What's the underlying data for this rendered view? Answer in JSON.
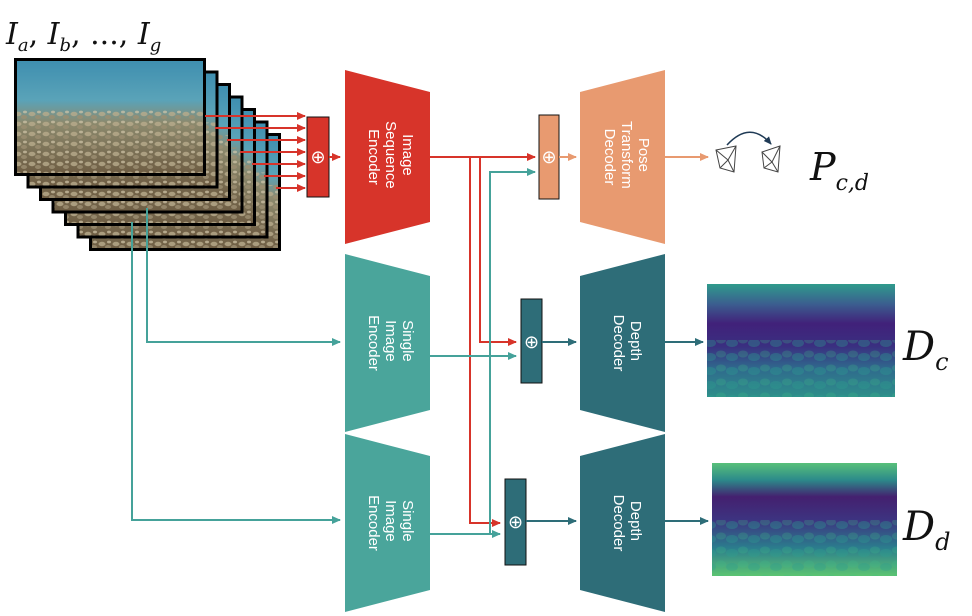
{
  "input": {
    "label_main": "I",
    "label_parts": [
      "a",
      "b",
      "g"
    ],
    "separator": ", ",
    "ellipsis": "...",
    "frame_count": 7
  },
  "blocks": {
    "image_sequence_encoder": [
      "Image",
      "Sequence",
      "Encoder"
    ],
    "pose_transform_decoder": [
      "Pose",
      "Transform",
      "Decoder"
    ],
    "single_image_encoder_top": [
      "Single",
      "Image",
      "Encoder"
    ],
    "single_image_encoder_bottom": [
      "Single",
      "Image",
      "Encoder"
    ],
    "depth_decoder_top": [
      "Depth",
      "Decoder"
    ],
    "depth_decoder_bottom": [
      "Depth",
      "Decoder"
    ]
  },
  "concat_symbol": "⊕",
  "outputs": {
    "pose": {
      "main": "P",
      "sub": "c,d"
    },
    "depth_c": {
      "main": "D",
      "sub": "c"
    },
    "depth_d": {
      "main": "D",
      "sub": "d"
    }
  },
  "colors": {
    "red": "#d7342a",
    "salmon": "#e89a70",
    "teal": "#4aa59b",
    "dark_teal": "#2e6d78",
    "arrow_teal": "#45a29a",
    "arrow_dark": "#2e6d78"
  }
}
